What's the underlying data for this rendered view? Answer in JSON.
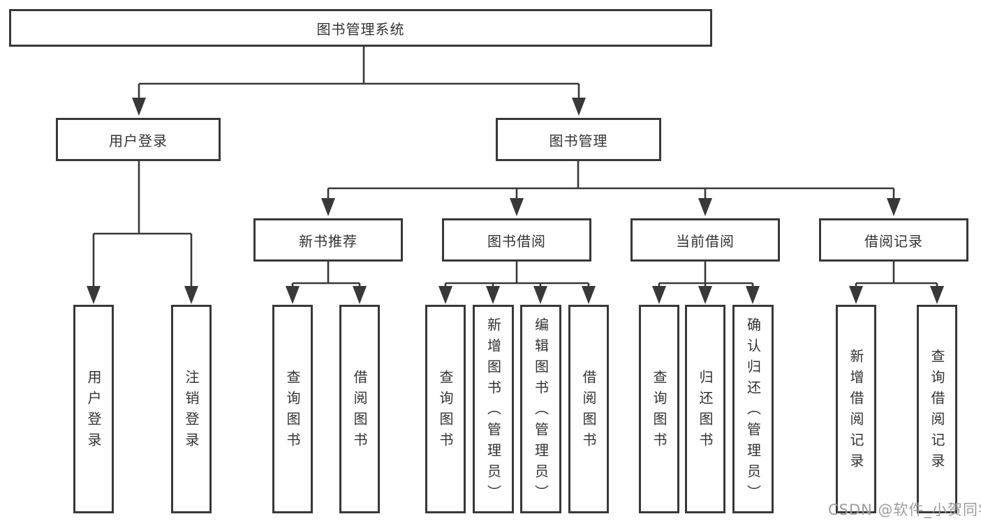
{
  "diagram": {
    "root": {
      "label": "图书管理系统"
    },
    "user_login": {
      "label": "用户登录",
      "children": [
        {
          "label": "用户登录"
        },
        {
          "label": "注销登录"
        }
      ]
    },
    "book_manage": {
      "label": "图书管理",
      "groups": [
        {
          "label": "新书推荐",
          "children": [
            {
              "label": "查询图书"
            },
            {
              "label": "借阅图书"
            }
          ]
        },
        {
          "label": "图书借阅",
          "children": [
            {
              "label": "查询图书"
            },
            {
              "label": "新增图书（管理员）"
            },
            {
              "label": "编辑图书（管理员）"
            },
            {
              "label": "借阅图书"
            }
          ]
        },
        {
          "label": "当前借阅",
          "children": [
            {
              "label": "查询图书"
            },
            {
              "label": "归还图书"
            },
            {
              "label": "确认归还（管理员）"
            }
          ]
        },
        {
          "label": "借阅记录",
          "children": [
            {
              "label": "新增借阅记录"
            },
            {
              "label": "查询借阅记录"
            }
          ]
        }
      ]
    }
  },
  "watermark": {
    "text": "CSDN @软件_小贺同学"
  },
  "colors": {
    "line": "#383838",
    "text": "#323232",
    "background": "#ffffff",
    "watermark": "#9c9c9c"
  }
}
